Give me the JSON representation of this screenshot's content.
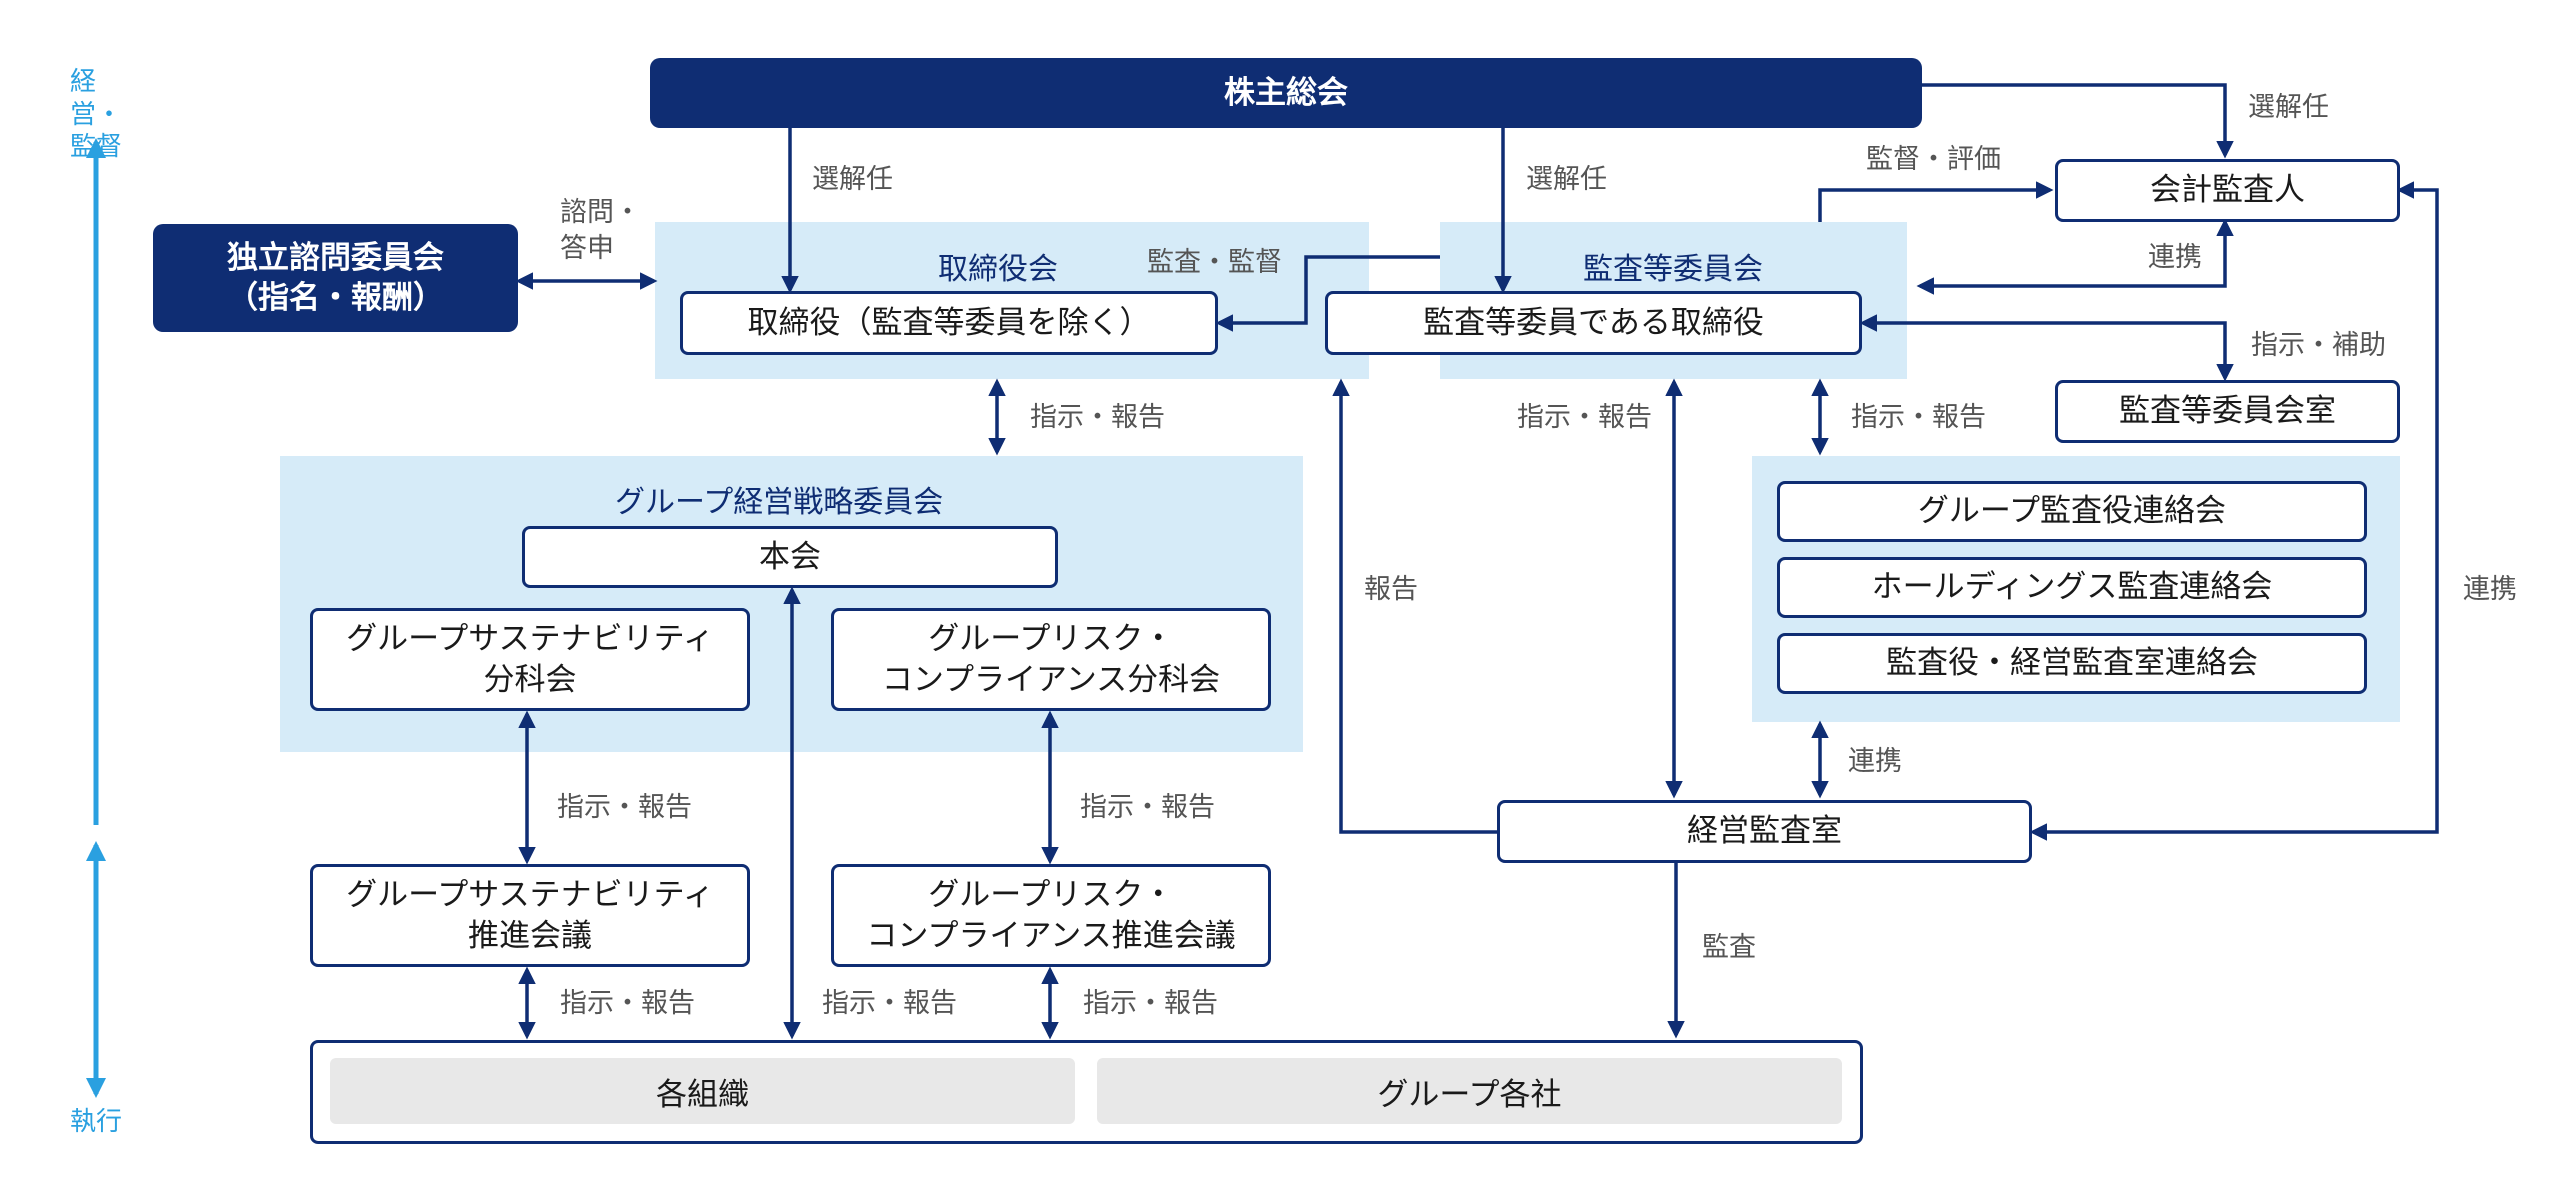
{
  "axis": {
    "top": "経営・\n監督",
    "bottom": "執行"
  },
  "shareholders": "株主総会",
  "advisory": "独立諮問委員会\n（指名・報酬）",
  "board": {
    "title": "取締役会",
    "directors": "取締役（監査等委員を除く）"
  },
  "audit_committee": {
    "title": "監査等委員会",
    "members": "監査等委員である取締役"
  },
  "auditor": "会計監査人",
  "audit_office": "監査等委員会室",
  "liaison": [
    "グループ監査役連絡会",
    "ホールディングス監査連絡会",
    "監査役・経営監査室連絡会"
  ],
  "strategy": {
    "title": "グループ経営戦略委員会",
    "main": "本会",
    "sustain_sub": "グループサステナビリティ\n分科会",
    "risk_sub": "グループリスク・\nコンプライアンス分科会"
  },
  "sustain_meeting": "グループサステナビリティ\n推進会議",
  "risk_meeting": "グループリスク・\nコンプライアンス推進会議",
  "internal_audit": "経営監査室",
  "org": {
    "units": "各組織",
    "companies": "グループ各社"
  },
  "labels": {
    "appoint": "選解任",
    "consult": "諮問・\n答申",
    "audit_supervise": "監査・監督",
    "supervise_eval": "監督・評価",
    "cooperate": "連携",
    "instruct_support": "指示・補助",
    "instruct_report": "指示・報告",
    "report": "報告",
    "audit": "監査"
  },
  "colors": {
    "navy": "#0f2d73",
    "panel": "#d6ebf8",
    "axis": "#2aa0e0",
    "gray": "#e8e8e8"
  }
}
